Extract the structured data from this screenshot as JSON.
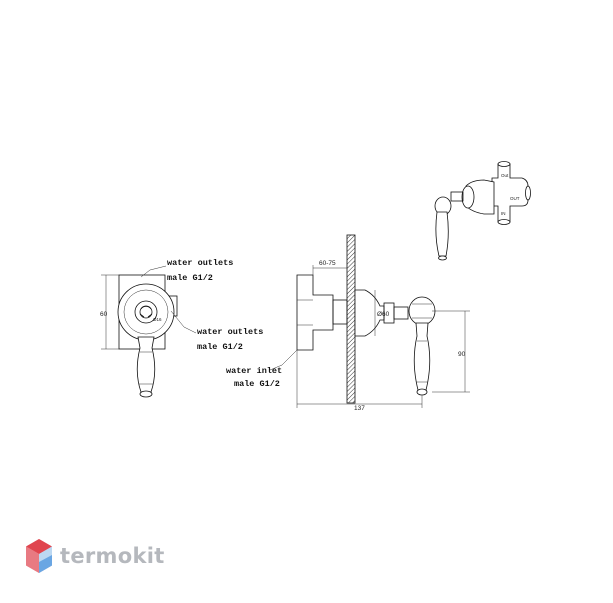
{
  "front_view": {
    "label_outlets_top_line1": "water outlets",
    "label_outlets_top_line2": "male G1/2",
    "label_outlets_side_line1": "water outlets",
    "label_outlets_side_line2": "male G1/2",
    "dim_height": "60",
    "dim_center": "Ø16"
  },
  "side_view": {
    "dim_wall": "60-75",
    "dim_diameter": "Ø60",
    "dim_height": "90",
    "dim_width": "137",
    "label_inlet_line1": "water inlet",
    "label_inlet_line2": "male G1/2"
  },
  "iso_view": {
    "tag_out": "Out",
    "tag_in": "IN",
    "tag_outlet": "OUT"
  },
  "brand": {
    "name": "termokit",
    "colors": {
      "red": "#e0454f",
      "pink": "#f2b5bb",
      "blue": "#6aa6e3",
      "light_blue": "#bcd8f2",
      "text": "#b5b8bd"
    }
  }
}
